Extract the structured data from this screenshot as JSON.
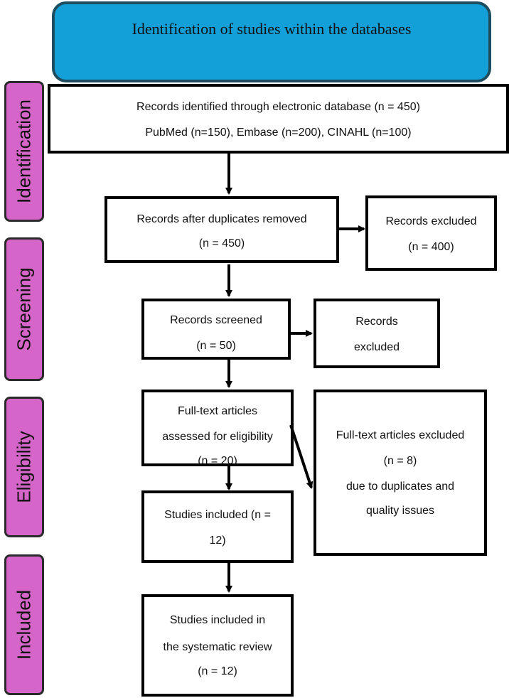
{
  "header": {
    "title": "Identification of studies within the databases"
  },
  "phases": {
    "identification": "Identification",
    "screening": "Screening",
    "eligibility": "Eligibility",
    "included": "Included"
  },
  "boxes": {
    "records_identified": {
      "line1": "Records identified through electronic database (n = 450)",
      "line2": "PubMed  (n=150), Embase (n=200), CINAHL (n=100)"
    },
    "duplicates_removed": {
      "line1": "Records after duplicates removed",
      "line2": "(n = 450)"
    },
    "records_excluded_400": {
      "line1": "Records excluded",
      "line2": "(n = 400)"
    },
    "records_screened": {
      "line1": "Records screened",
      "line2": "(n = 50)"
    },
    "records_excluded": {
      "line1": "Records",
      "line2": "excluded"
    },
    "fulltext_assessed": {
      "line1": "Full-text articles",
      "line2": "assessed for eligibility",
      "line3": "(n = 20)"
    },
    "fulltext_excluded": {
      "line1": "Full-text articles excluded",
      "line2": "(n = 8)",
      "line3": "due to duplicates and",
      "line4": "quality issues"
    },
    "studies_included": {
      "line1": "Studies included (n =",
      "line2": "12)"
    },
    "final_included": {
      "line1": "Studies included in",
      "line2": "the systematic review",
      "line3": "(n = 12)"
    }
  }
}
